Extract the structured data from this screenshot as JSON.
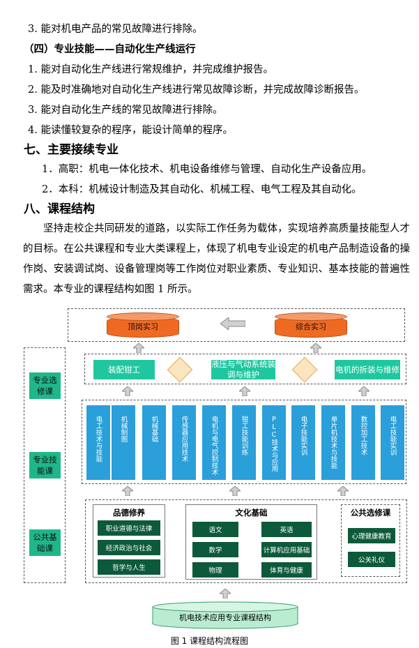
{
  "text": {
    "l1": "3. 能对机电产品的常见故障进行排除。",
    "h4": "（四）专业技能——自动化生产线运行",
    "l2": "1. 能对自动化生产线进行常规维护，并完成维护报告。",
    "l3": "2. 能及时准确地对自动化生产线进行常见故障诊断，并完成故障诊断报告。",
    "l4": "3. 能对自动化生产线的常见故障进行排除。",
    "l5": "4. 能读懂较复杂的程序，能设计简单的程序。",
    "s7": "七、主要接续专业",
    "s7a": "1．高职：机电一体化技术、机电设备维修与管理、自动化生产设备应用。",
    "s7b": "2．本科：机械设计制造及其自动化、机械工程、电气工程及其自动化。",
    "s8": "八、课程结构",
    "para": "坚持走校企共同研发的道路，以实际工作任务为载体，实现培养高质量技能型人才的目标。在公共课程和专业大类课程上，体现了机电专业设定的机电产品制造设备的操作岗、安装调试岗、设备管理岗等工作岗位对职业素质、专业知识、基本技能的普遍性需求。本专业的课程结构如图 1 所示。"
  },
  "diagram": {
    "top_cylinders": [
      "顶岗实习",
      "综合实习"
    ],
    "side_labels": [
      "专业选修课",
      "专业技能课",
      "公共基础课"
    ],
    "elective": [
      "装配钳工",
      "液压与气动系统装调与维护",
      "电机的拆装与维修"
    ],
    "columns": [
      "电工技术与技能",
      "机械制图",
      "机械基础",
      "传感器应用技术",
      "电机与电气控制技术",
      "钳工技能训练",
      "PLC技术与应用",
      "电子技能实训",
      "单片机技术与技能",
      "数控加工技术",
      "电工技能实训"
    ],
    "groups": {
      "morality": {
        "title": "品德修养",
        "items": [
          "职业道德与法律",
          "经济政治与社会",
          "哲学与人生"
        ]
      },
      "culture": {
        "title": "文化基础",
        "items": [
          "语文",
          "英语",
          "数学",
          "计算机应用基础",
          "物理",
          "体育与健康"
        ]
      },
      "public": {
        "title": "公共选修课",
        "items": [
          "心理健康教育",
          "公关礼仪"
        ]
      }
    },
    "base": "机电技术应用专业课程结构",
    "caption": "图 1  课程结构流程图"
  },
  "colors": {
    "orange": "#ee6a22",
    "teal": "#1fc7a0",
    "blue": "#2a9fd9",
    "dark_green": "#0d5a3a",
    "side_green": "#1fb78a"
  }
}
